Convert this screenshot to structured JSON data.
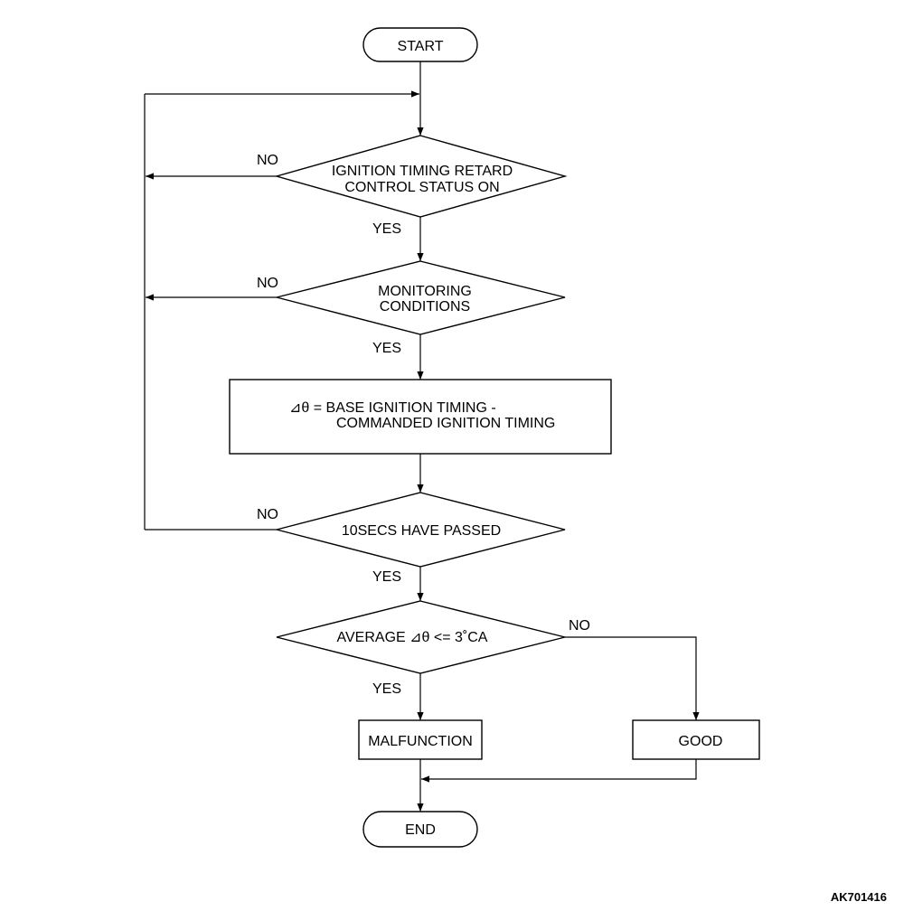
{
  "nodes": {
    "start": "START",
    "decision_retard": [
      "IGNITION TIMING RETARD",
      "CONTROL STATUS ON"
    ],
    "decision_monitoring": [
      "MONITORING",
      "CONDITIONS"
    ],
    "process_calc": [
      "⊿θ = BASE IGNITION TIMING -",
      "COMMANDED IGNITION TIMING"
    ],
    "decision_10secs": "10SECS HAVE PASSED",
    "decision_average": "AVERAGE ⊿θ <= 3˚CA",
    "malfunction": "MALFUNCTION",
    "good": "GOOD",
    "end": "END"
  },
  "labels": {
    "yes": "YES",
    "no": "NO"
  },
  "figure_code": "AK701416"
}
